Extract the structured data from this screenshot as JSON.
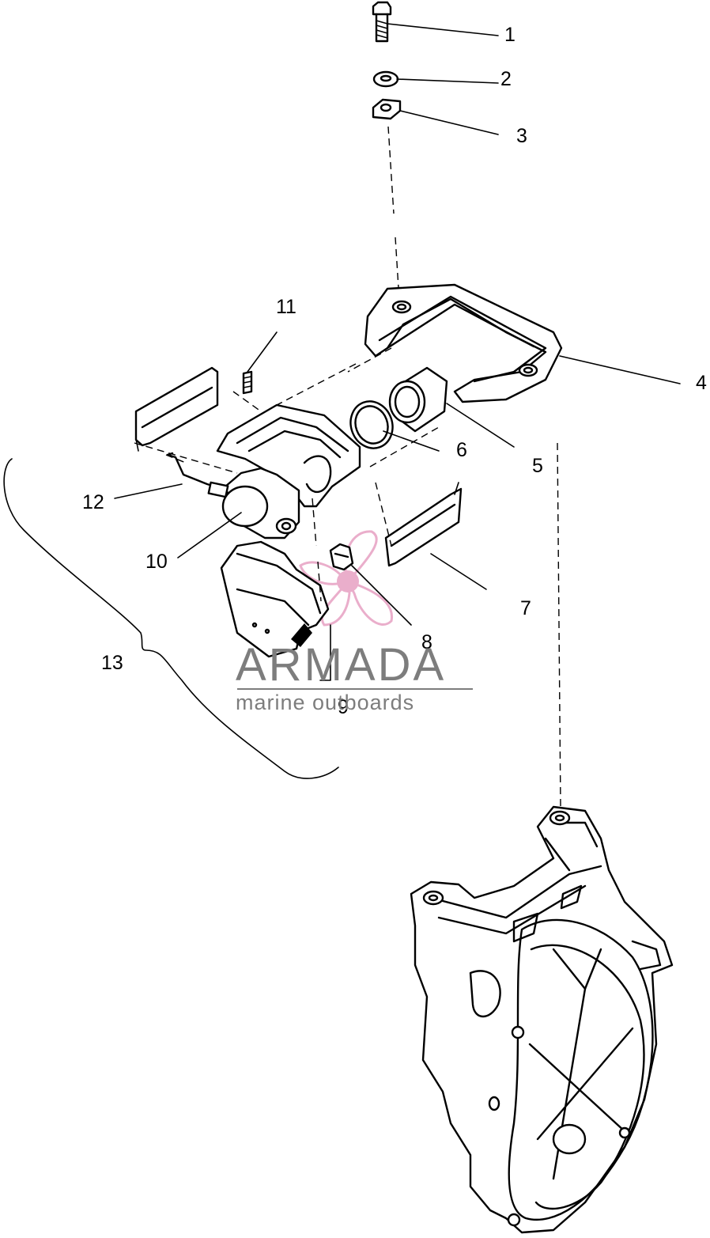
{
  "callouts": [
    "1",
    "2",
    "3",
    "4",
    "5",
    "6",
    "7",
    "8",
    "9",
    "10",
    "11",
    "12",
    "13"
  ],
  "watermark": {
    "word": "ARMADA",
    "sub": "marine outboards",
    "color": "#7d7d7d",
    "logo_color": "#e8a6c6"
  }
}
